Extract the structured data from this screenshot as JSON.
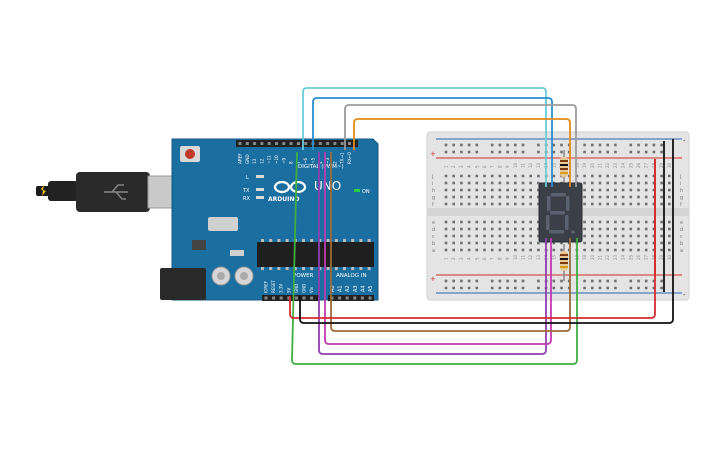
{
  "arduino": {
    "brand": "ARDUINO",
    "model": "UNO",
    "digital_header": "DIGITAL (PWM~)",
    "power_header": "POWER",
    "analog_header": "ANALOG IN",
    "on_label": "ON",
    "led_labels": [
      "L",
      "TX",
      "RX"
    ],
    "top_pins": [
      "AREF",
      "GND",
      "13",
      "12",
      "~11",
      "~10",
      "~9",
      "8",
      "7",
      "~6",
      "~5",
      "4",
      "~3",
      "2",
      "TX→1",
      "RX←0"
    ],
    "power_pins": [
      "IOREF",
      "RESET",
      "3.3V",
      "5V",
      "GND",
      "GND",
      "Vin"
    ],
    "analog_pins": [
      "A0",
      "A1",
      "A2",
      "A3",
      "A4",
      "A5"
    ]
  },
  "breadboard": {
    "row_letters_top": [
      "j",
      "i",
      "h",
      "g",
      "f"
    ],
    "row_letters_bottom": [
      "e",
      "d",
      "c",
      "b",
      "a"
    ],
    "column_numbers": [
      "1",
      "2",
      "3",
      "4",
      "5",
      "6",
      "7",
      "8",
      "9",
      "10",
      "11",
      "12",
      "13",
      "14",
      "15",
      "16",
      "17",
      "18",
      "19",
      "20",
      "21",
      "22",
      "23",
      "24",
      "25",
      "26",
      "27",
      "28",
      "29",
      "30"
    ],
    "rail_plus": "+",
    "rail_minus": "-"
  },
  "display": {
    "digit": "8"
  },
  "colors": {
    "board": "#1a6ea0",
    "breadboard": "#e4e4e4",
    "wire_cyan": "#6ccbd8",
    "wire_blue": "#2a8fd0",
    "wire_gray": "#9b9b9b",
    "wire_orange": "#e68a1e",
    "wire_purple": "#8e3fb0",
    "wire_magenta": "#c03ab0",
    "wire_brown": "#9c6b3a",
    "wire_green": "#3fae3f",
    "wire_red": "#d62b2b",
    "wire_black": "#111111"
  }
}
